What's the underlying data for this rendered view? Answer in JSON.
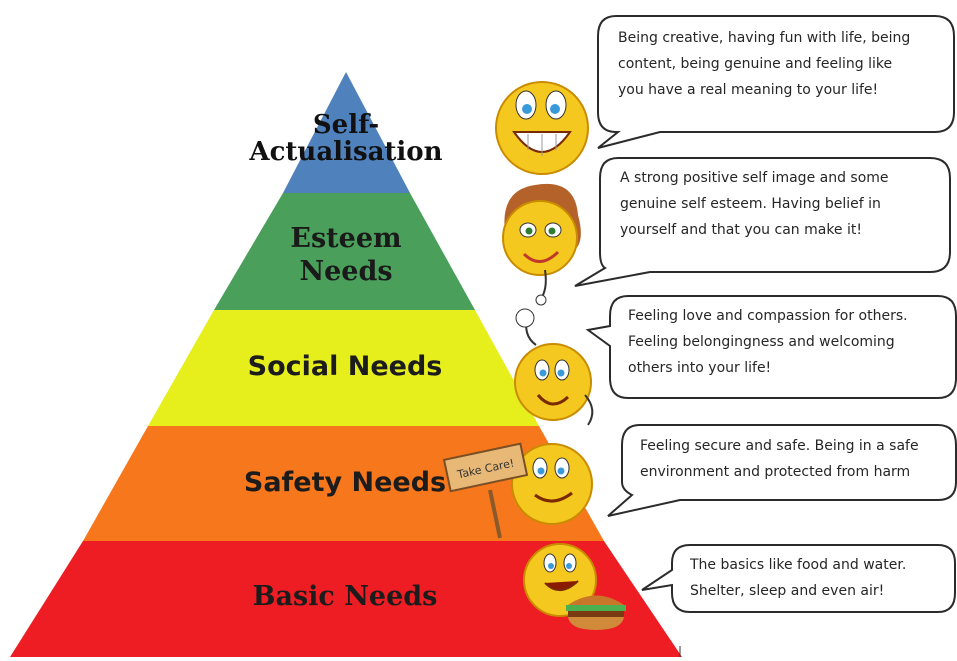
{
  "pyramid": {
    "levels": [
      {
        "id": "self-actualisation",
        "label_lines": [
          "Self-",
          "Actualisation"
        ],
        "color": "#4f81bd"
      },
      {
        "id": "esteem",
        "label_lines": [
          "Esteem",
          "Needs"
        ],
        "color": "#4aa05b"
      },
      {
        "id": "social",
        "label_lines": [
          "Social Needs"
        ],
        "color": "#e6ef1c"
      },
      {
        "id": "safety",
        "label_lines": [
          "Safety Needs"
        ],
        "color": "#f7771c"
      },
      {
        "id": "basic",
        "label_lines": [
          "Basic Needs"
        ],
        "color": "#ee1d23"
      }
    ]
  },
  "bubbles": {
    "self_actualisation": {
      "lines": [
        "Being creative, having fun with life, being",
        "content, being genuine and feeling like",
        "you have a real meaning to your life!"
      ]
    },
    "esteem": {
      "lines": [
        "A strong positive self image and some",
        "genuine self esteem. Having belief in",
        "yourself and that you can make it!"
      ]
    },
    "social": {
      "lines": [
        "Feeling love and compassion for others.",
        "Feeling belongingness and welcoming",
        "others into your life!"
      ]
    },
    "safety": {
      "lines": [
        "Feeling secure and safe. Being in a safe",
        "environment and protected from harm"
      ]
    },
    "basic": {
      "lines": [
        "The basics like food and water.",
        "Shelter, sleep and even air!"
      ]
    }
  },
  "sign": {
    "text": "Take Care!"
  },
  "colors": {
    "smiley": "#f4c81e",
    "smiley_outline": "#c98b00",
    "hair": "#b5622a",
    "sign": "#e8b877"
  }
}
